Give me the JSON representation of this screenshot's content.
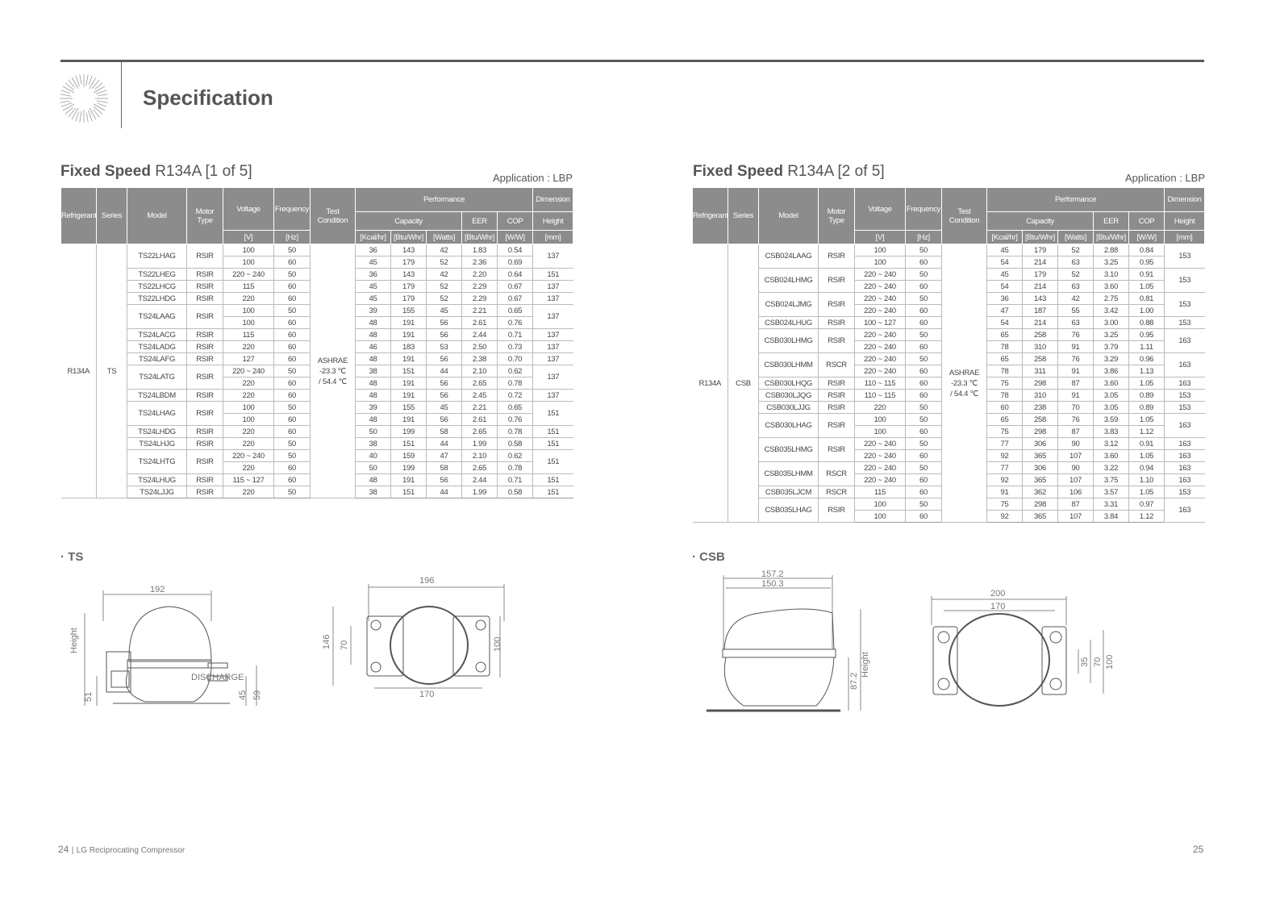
{
  "header": {
    "title": "Specification"
  },
  "columns": {
    "refrigerant": "Refrigerant",
    "series": "Series",
    "model": "Model",
    "motor": "Motor Type",
    "voltage": "Voltage",
    "frequency": "Frequency",
    "test": "Test Condition",
    "performance": "Performance",
    "dimension": "Dimension",
    "capacity": "Capacity",
    "eer": "EER",
    "cop": "COP",
    "height": "Height",
    "u_v": "[V]",
    "u_hz": "[Hz]",
    "u_kcal": "[Kcal/hr]",
    "u_btu": "[Btu/Whr]",
    "u_w": "[Watts]",
    "u_eer": "[Btu/Whr]",
    "u_cop": "[W/W]",
    "u_mm": "[mm]"
  },
  "tables": [
    {
      "title_bold": "Fixed Speed",
      "title_rest": " R134A [1 of 5]",
      "application": "Application : LBP",
      "refrigerant": "R134A",
      "series": "TS",
      "test_condition": [
        "ASHRAE",
        "-23.3 ℃",
        "/ 54.4 ℃"
      ],
      "models": [
        {
          "model": "TS22LHAG",
          "motor": "RSIR",
          "height": "137",
          "rows": [
            [
              "100",
              "50",
              "36",
              "143",
              "42",
              "1.83",
              "0.54"
            ],
            [
              "100",
              "60",
              "45",
              "179",
              "52",
              "2.36",
              "0.69"
            ]
          ]
        },
        {
          "model": "TS22LHEG",
          "motor": "RSIR",
          "height": "151",
          "rows": [
            [
              "220 ~ 240",
              "50",
              "36",
              "143",
              "42",
              "2.20",
              "0.64"
            ]
          ]
        },
        {
          "model": "TS22LHCG",
          "motor": "RSIR",
          "height": "137",
          "rows": [
            [
              "115",
              "60",
              "45",
              "179",
              "52",
              "2.29",
              "0.67"
            ]
          ]
        },
        {
          "model": "TS22LHDG",
          "motor": "RSIR",
          "height": "137",
          "rows": [
            [
              "220",
              "60",
              "45",
              "179",
              "52",
              "2.29",
              "0.67"
            ]
          ]
        },
        {
          "model": "TS24LAAG",
          "motor": "RSIR",
          "height": "137",
          "rows": [
            [
              "100",
              "50",
              "39",
              "155",
              "45",
              "2.21",
              "0.65"
            ],
            [
              "100",
              "60",
              "48",
              "191",
              "56",
              "2.61",
              "0.76"
            ]
          ]
        },
        {
          "model": "TS24LACG",
          "motor": "RSIR",
          "height": "137",
          "rows": [
            [
              "115",
              "60",
              "48",
              "191",
              "56",
              "2.44",
              "0.71"
            ]
          ]
        },
        {
          "model": "TS24LADG",
          "motor": "RSIR",
          "height": "137",
          "rows": [
            [
              "220",
              "60",
              "46",
              "183",
              "53",
              "2.50",
              "0.73"
            ]
          ]
        },
        {
          "model": "TS24LAFG",
          "motor": "RSIR",
          "height": "137",
          "rows": [
            [
              "127",
              "60",
              "48",
              "191",
              "56",
              "2.38",
              "0.70"
            ]
          ]
        },
        {
          "model": "TS24LATG",
          "motor": "RSIR",
          "height": "137",
          "rows": [
            [
              "220 ~ 240",
              "50",
              "38",
              "151",
              "44",
              "2.10",
              "0.62"
            ],
            [
              "220",
              "60",
              "48",
              "191",
              "56",
              "2.65",
              "0.78"
            ]
          ]
        },
        {
          "model": "TS24LBDM",
          "motor": "RSIR",
          "height": "137",
          "rows": [
            [
              "220",
              "60",
              "48",
              "191",
              "56",
              "2.45",
              "0.72"
            ]
          ]
        },
        {
          "model": "TS24LHAG",
          "motor": "RSIR",
          "height": "151",
          "rows": [
            [
              "100",
              "50",
              "39",
              "155",
              "45",
              "2.21",
              "0.65"
            ],
            [
              "100",
              "60",
              "48",
              "191",
              "56",
              "2.61",
              "0.76"
            ]
          ]
        },
        {
          "model": "TS24LHDG",
          "motor": "RSIR",
          "height": "151",
          "rows": [
            [
              "220",
              "60",
              "50",
              "199",
              "58",
              "2.65",
              "0.78"
            ]
          ]
        },
        {
          "model": "TS24LHJG",
          "motor": "RSIR",
          "height": "151",
          "rows": [
            [
              "220",
              "50",
              "38",
              "151",
              "44",
              "1.99",
              "0.58"
            ]
          ]
        },
        {
          "model": "TS24LHTG",
          "motor": "RSIR",
          "height": "151",
          "rows": [
            [
              "220 ~ 240",
              "50",
              "40",
              "159",
              "47",
              "2.10",
              "0.62"
            ],
            [
              "220",
              "60",
              "50",
              "199",
              "58",
              "2.65",
              "0.78"
            ]
          ]
        },
        {
          "model": "TS24LHUG",
          "motor": "RSIR",
          "height": "151",
          "rows": [
            [
              "115 ~ 127",
              "60",
              "48",
              "191",
              "56",
              "2.44",
              "0.71"
            ]
          ]
        },
        {
          "model": "TS24LJJG",
          "motor": "RSIR",
          "height": "151",
          "rows": [
            [
              "220",
              "50",
              "38",
              "151",
              "44",
              "1.99",
              "0.58"
            ]
          ]
        }
      ]
    },
    {
      "title_bold": "Fixed Speed",
      "title_rest": " R134A [2 of 5]",
      "application": "Application : LBP",
      "refrigerant": "R134A",
      "series": "CSB",
      "test_condition": [
        "ASHRAE",
        "-23.3 ℃",
        "/ 54.4 ℃"
      ],
      "models": [
        {
          "model": "CSB024LAAG",
          "motor": "RSIR",
          "height": "153",
          "rows": [
            [
              "100",
              "50",
              "45",
              "179",
              "52",
              "2.88",
              "0.84"
            ],
            [
              "100",
              "60",
              "54",
              "214",
              "63",
              "3.25",
              "0.95"
            ]
          ]
        },
        {
          "model": "CSB024LHMG",
          "motor": "RSIR",
          "height": "153",
          "rows": [
            [
              "220 ~ 240",
              "50",
              "45",
              "179",
              "52",
              "3.10",
              "0.91"
            ],
            [
              "220 ~ 240",
              "60",
              "54",
              "214",
              "63",
              "3.60",
              "1.05"
            ]
          ]
        },
        {
          "model": "CSB024LJMG",
          "motor": "RSIR",
          "height": "153",
          "rows": [
            [
              "220 ~ 240",
              "50",
              "36",
              "143",
              "42",
              "2.75",
              "0.81"
            ],
            [
              "220 ~ 240",
              "60",
              "47",
              "187",
              "55",
              "3.42",
              "1.00"
            ]
          ]
        },
        {
          "model": "CSB024LHUG",
          "motor": "RSIR",
          "height": "153",
          "rows": [
            [
              "100 ~ 127",
              "60",
              "54",
              "214",
              "63",
              "3.00",
              "0.88"
            ]
          ]
        },
        {
          "model": "CSB030LHMG",
          "motor": "RSIR",
          "height": "163",
          "rows": [
            [
              "220 ~ 240",
              "50",
              "65",
              "258",
              "76",
              "3.25",
              "0.95"
            ],
            [
              "220 ~ 240",
              "60",
              "78",
              "310",
              "91",
              "3.79",
              "1.11"
            ]
          ]
        },
        {
          "model": "CSB030LHMM",
          "motor": "RSCR",
          "height": "163",
          "rows": [
            [
              "220 ~ 240",
              "50",
              "65",
              "258",
              "76",
              "3.29",
              "0.96"
            ],
            [
              "220 ~ 240",
              "60",
              "78",
              "311",
              "91",
              "3.86",
              "1.13"
            ]
          ]
        },
        {
          "model": "CSB030LHQG",
          "motor": "RSIR",
          "height": "163",
          "rows": [
            [
              "110 ~ 115",
              "60",
              "75",
              "298",
              "87",
              "3.60",
              "1.05"
            ]
          ]
        },
        {
          "model": "CSB030LJQG",
          "motor": "RSIR",
          "height": "153",
          "rows": [
            [
              "110 ~ 115",
              "60",
              "78",
              "310",
              "91",
              "3.05",
              "0.89"
            ]
          ]
        },
        {
          "model": "CSB030LJJG",
          "motor": "RSIR",
          "height": "153",
          "rows": [
            [
              "220",
              "50",
              "60",
              "238",
              "70",
              "3.05",
              "0.89"
            ]
          ]
        },
        {
          "model": "CSB030LHAG",
          "motor": "RSIR",
          "height": "163",
          "rows": [
            [
              "100",
              "50",
              "65",
              "258",
              "76",
              "3.59",
              "1.05"
            ],
            [
              "100",
              "60",
              "75",
              "298",
              "87",
              "3.83",
              "1.12"
            ]
          ]
        },
        {
          "model": "CSB035LHMG",
          "motor": "RSIR",
          "height": [
            "163",
            "163"
          ],
          "rows": [
            [
              "220 ~ 240",
              "50",
              "77",
              "306",
              "90",
              "3.12",
              "0.91"
            ],
            [
              "220 ~ 240",
              "60",
              "92",
              "365",
              "107",
              "3.60",
              "1.05"
            ]
          ]
        },
        {
          "model": "CSB035LHMM",
          "motor": "RSCR",
          "height": [
            "163",
            "163"
          ],
          "rows": [
            [
              "220 ~ 240",
              "50",
              "77",
              "306",
              "90",
              "3.22",
              "0.94"
            ],
            [
              "220 ~ 240",
              "60",
              "92",
              "365",
              "107",
              "3.75",
              "1.10"
            ]
          ]
        },
        {
          "model": "CSB035LJCM",
          "motor": "RSCR",
          "height": "153",
          "rows": [
            [
              "115",
              "60",
              "91",
              "362",
              "106",
              "3.57",
              "1.05"
            ]
          ]
        },
        {
          "model": "CSB035LHAG",
          "motor": "RSIR",
          "height": "163",
          "rows": [
            [
              "100",
              "50",
              "75",
              "298",
              "87",
              "3.31",
              "0.97"
            ],
            [
              "100",
              "60",
              "92",
              "365",
              "107",
              "3.84",
              "1.12"
            ]
          ]
        }
      ]
    }
  ],
  "drawings": {
    "ts": {
      "label": "· TS",
      "width": "192",
      "height_label": "Height",
      "d51": "51",
      "discharge": "DISCHARGE",
      "d45": "45",
      "d59": "59",
      "top_width": "196",
      "d146": "146",
      "d70": "70",
      "d100": "100",
      "d170": "170"
    },
    "csb": {
      "label": "· CSB",
      "w1": "157.2",
      "w2": "150.3",
      "height_label": "Height",
      "d872": "87.2",
      "w200": "200",
      "w170": "170",
      "d35": "35",
      "d70": "70",
      "d100": "100"
    }
  },
  "footer": {
    "page_left": "24",
    "separator": "|",
    "doc_name": "LG Reciprocating Compressor",
    "page_right": "25"
  }
}
